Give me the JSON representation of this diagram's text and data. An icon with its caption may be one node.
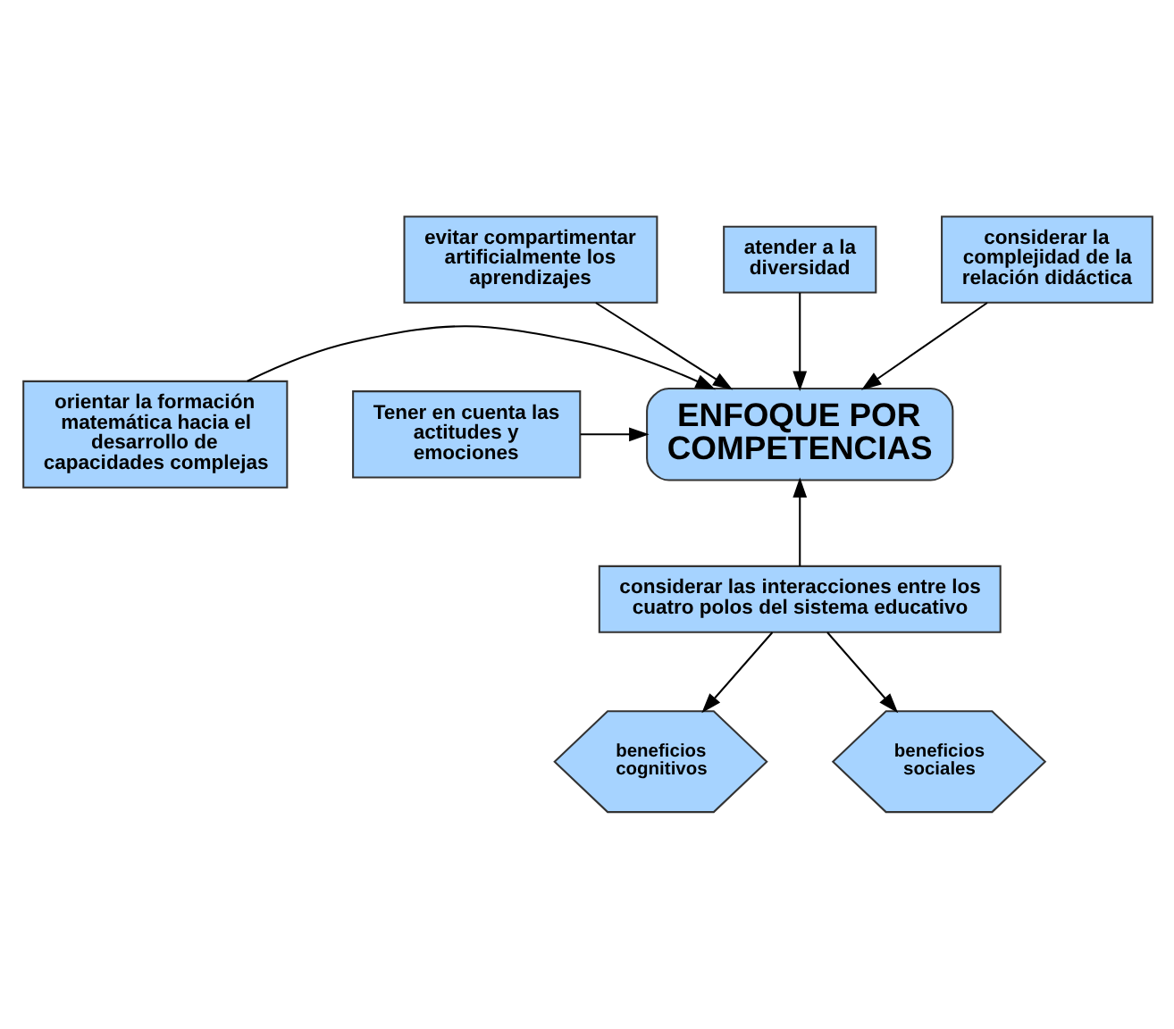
{
  "diagram": {
    "nodes": [
      {
        "text": [
          "evitar compartimentar artificialmente los aprendizajes"
        ]
      },
      {
        "text": [
          "atender a la diversidad"
        ]
      },
      {
        "text": [
          "considerar la complejidad de la relación didáctica"
        ]
      },
      {
        "text": [
          "orientar la formación matemática hacia el desarrollo de capacidades complejas"
        ]
      },
      {
        "text": [
          "ENFOQUE POR COMPETENCIAS"
        ]
      },
      {
        "text": [
          "Tener en cuenta las actitudes y emociones"
        ]
      },
      {
        "text": [
          "considerar las interacciones entre los cuatro polos del sistema educativo"
        ]
      },
      {
        "text": [
          "beneficios cognitivos"
        ]
      },
      {
        "text": [
          "beneficios sociales"
        ]
      }
    ],
    "edges": [
      {
        "from": 0,
        "to": 4,
        "arrow": "to"
      },
      {
        "from": 1,
        "to": 4,
        "arrow": "to"
      },
      {
        "from": 2,
        "to": 4,
        "arrow": "to"
      },
      {
        "from": 3,
        "to": 4,
        "arrow": "to"
      },
      {
        "from": 5,
        "to": 4,
        "arrow": "to"
      },
      {
        "from": 6,
        "to": 4,
        "arrow": "to"
      },
      {
        "from": 6,
        "to": 7,
        "arrow": "to"
      },
      {
        "from": 6,
        "to": 8,
        "arrow": "to"
      }
    ]
  }
}
